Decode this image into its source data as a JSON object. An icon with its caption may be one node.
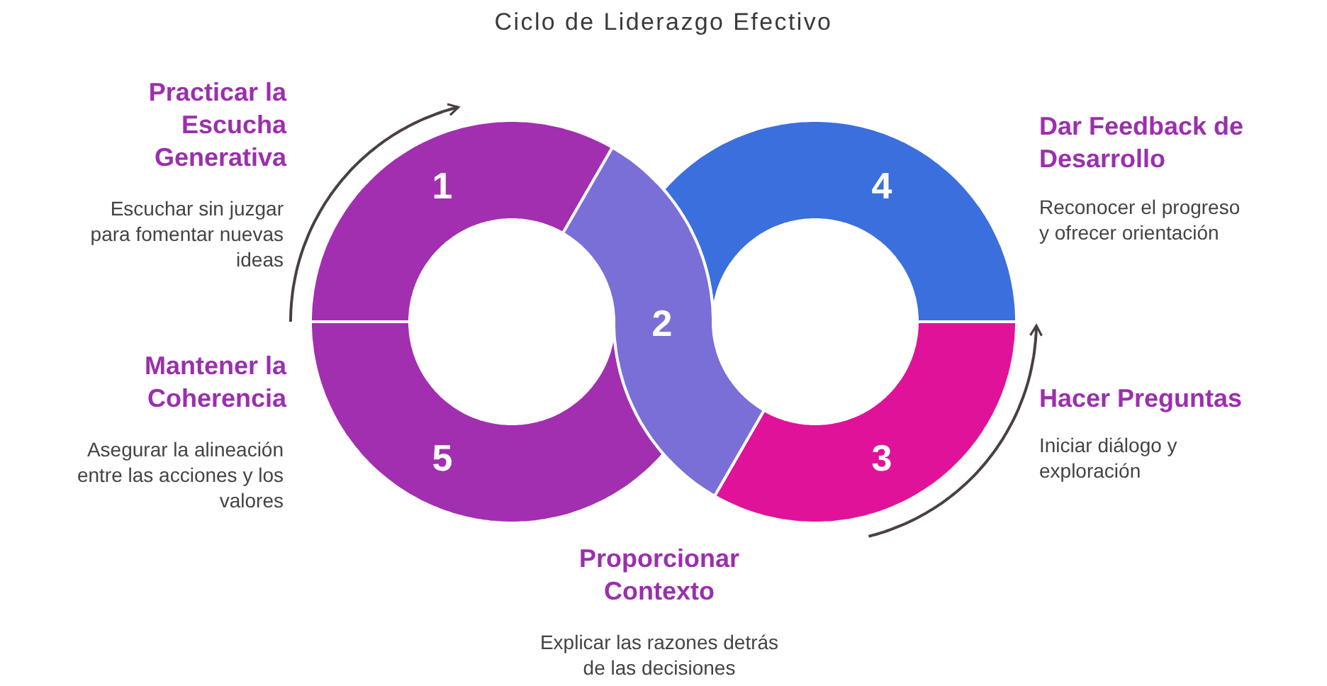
{
  "diagram": {
    "title": "Ciclo de Liderazgo Efectivo",
    "nodes": [
      {
        "text": [
          "1"
        ],
        "beside": [
          "Practicar la Escucha Generativa",
          "Escuchar sin juzgar para fomentar nuevas ideas"
        ]
      },
      {
        "text": [
          "2"
        ],
        "beside": [
          "Proporcionar Contexto",
          "Explicar las razones detrás de las decisiones"
        ]
      },
      {
        "text": [
          "3"
        ],
        "beside": [
          "Hacer Preguntas",
          "Iniciar diálogo y exploración"
        ]
      },
      {
        "text": [
          "4"
        ],
        "beside": [
          "Dar Feedback de Desarrollo",
          "Reconocer el progreso y ofrecer orientación"
        ]
      },
      {
        "text": [
          "5"
        ],
        "beside": [
          "Mantener la Coherencia",
          "Asegurar la alineación entre las acciones y los valores"
        ]
      }
    ]
  }
}
